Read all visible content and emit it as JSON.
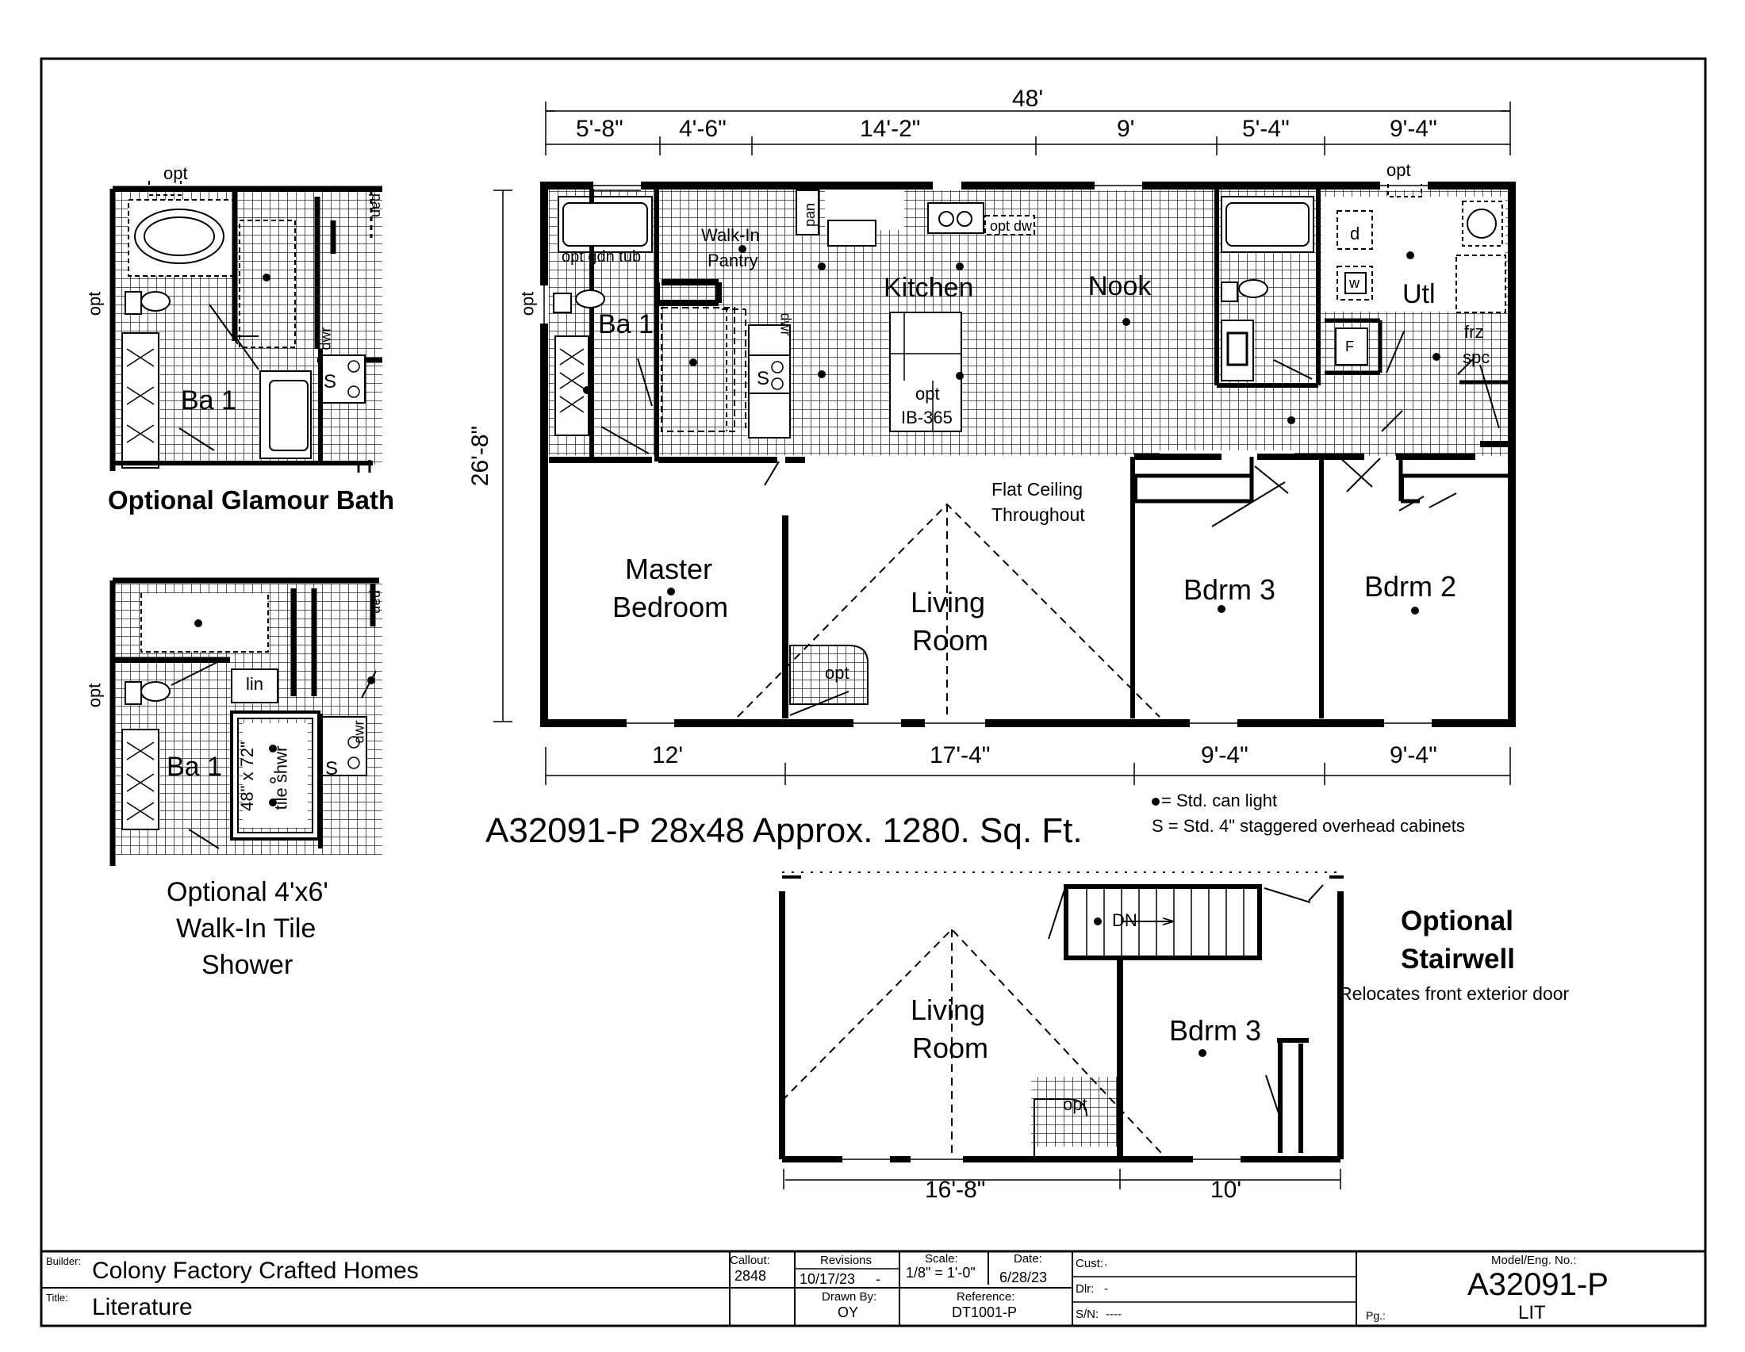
{
  "main_plan": {
    "overall_width": "48'",
    "top_dims": [
      "5'-8\"",
      "4'-6\"",
      "14'-2\"",
      "9'",
      "5'-4\"",
      "9'-4\""
    ],
    "bottom_dims": [
      "12'",
      "17'-4\"",
      "9'-4\"",
      "9'-4\""
    ],
    "side_dim": "26'-8\"",
    "rooms": {
      "kitchen": "Kitchen",
      "nook": "Nook",
      "ba1": "Ba 1",
      "utl": "Utl",
      "master_line1": "Master",
      "master_line2": "Bedroom",
      "living_line1": "Living",
      "living_line2": "Room",
      "bdrm3": "Bdrm 3",
      "bdrm2": "Bdrm 2"
    },
    "labels": {
      "opt_gdn_tub": "opt gdn tub",
      "walkin_line1": "Walk-In",
      "walkin_line2": "Pantry",
      "pan": "pan",
      "opt_dw": "opt dw",
      "dwr": "dwr",
      "s": "S",
      "opt_island_line1": "opt",
      "opt_island_line2": "IB-365",
      "opt_top": "opt",
      "opt_left": "opt",
      "opt_fireplace": "opt",
      "frz": "frz",
      "spc": "spc",
      "d": "d",
      "w": "w",
      "f": "F",
      "ceiling_line1": "Flat Ceiling",
      "ceiling_line2": "Throughout"
    },
    "model_title": "A32091-P 28x48 Approx. 1280. Sq. Ft."
  },
  "legend": {
    "can_light": "= Std. can light",
    "cabinets": "S = Std. 4\" staggered overhead cabinets"
  },
  "glamour_bath": {
    "opt_top": "opt",
    "opt_side": "opt",
    "pan": "pan",
    "dwr": "dwr",
    "s": "S",
    "room": "Ba 1",
    "caption": "Optional Glamour Bath"
  },
  "tile_shower": {
    "opt_side": "opt",
    "pan": "pan",
    "lin": "lin",
    "dwr": "dwr",
    "s": "S",
    "room": "Ba 1",
    "shower_line1": "48\" x 72\"",
    "shower_line2": "tile shwr",
    "caption_line1": "Optional 4'x6'",
    "caption_line2": "Walk-In Tile",
    "caption_line3": "Shower"
  },
  "stairwell": {
    "living_line1": "Living",
    "living_line2": "Room",
    "bdrm3": "Bdrm 3",
    "dn": "DN",
    "opt": "opt",
    "dims": [
      "16'-8\"",
      "10'"
    ],
    "caption_line1": "Optional",
    "caption_line2": "Stairwell",
    "caption_note": "Relocates front exterior door"
  },
  "title_block": {
    "builder_label": "Builder:",
    "builder": "Colony Factory Crafted Homes",
    "title_label": "Title:",
    "title": "Literature",
    "callout_label": "Callout:",
    "callout": "2848",
    "revisions_label": "Revisions",
    "revisions": "10/17/23",
    "revisions_dash": "-",
    "drawn_by_label": "Drawn By:",
    "drawn_by": "OY",
    "scale_label": "Scale:",
    "scale": "1/8\" = 1'-0\"",
    "date_label": "Date:",
    "date": "6/28/23",
    "reference_label": "Reference:",
    "reference": "DT1001-P",
    "cust_label": "Cust:",
    "cust": ".",
    "dlr_label": "Dlr:",
    "dlr": "-",
    "sn_label": "S/N:",
    "sn": "----",
    "model_label": "Model/Eng. No.:",
    "model": "A32091-P",
    "pg_label": "Pg.:",
    "pg": "LIT"
  }
}
